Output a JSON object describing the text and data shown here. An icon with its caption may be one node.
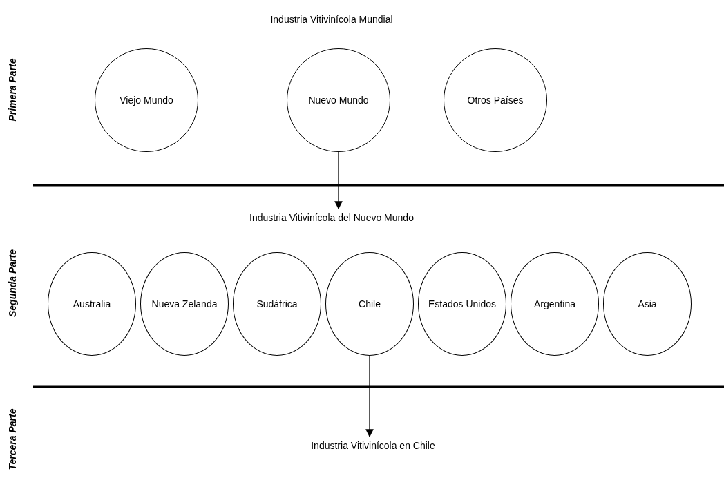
{
  "diagram": {
    "nodes": [
      {
        "text": [
          "Viejo Mundo"
        ]
      },
      {
        "text": [
          "Nuevo Mundo"
        ]
      },
      {
        "text": [
          "Otros Países"
        ]
      },
      {
        "text": [
          "Industria Vitivinícola del Nuevo Mundo"
        ]
      },
      {
        "text": [
          "Australia"
        ]
      },
      {
        "text": [
          "Nueva Zelanda"
        ]
      },
      {
        "text": [
          "Sudáfrica"
        ]
      },
      {
        "text": [
          "Chile"
        ]
      },
      {
        "text": [
          "Estados Unidos"
        ]
      },
      {
        "text": [
          "Argentina"
        ]
      },
      {
        "text": [
          "Asia"
        ]
      },
      {
        "text": [
          "Industria Vitivinícola en Chile"
        ]
      }
    ],
    "edges": [
      {
        "from": 1,
        "to": 3,
        "arrow": "to"
      },
      {
        "from": 7,
        "to": 11,
        "arrow": "to"
      }
    ],
    "labels": [
      "Industria Vitivinícola Mundial",
      "Primera Parte",
      "Segunda Parte",
      "Tercera Parte"
    ]
  }
}
